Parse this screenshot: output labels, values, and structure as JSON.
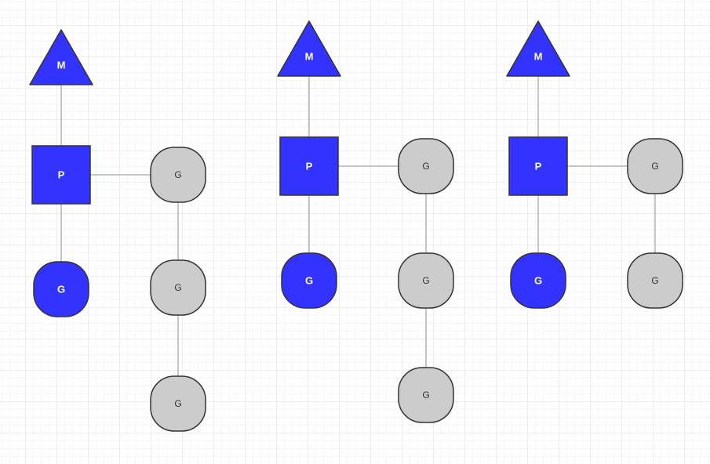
{
  "colors": {
    "blue_fill": "#3333ff",
    "gray_fill": "#cccccc",
    "stroke": "#333333",
    "edge": "#a8a8a8"
  },
  "groups": [
    {
      "m": {
        "label": "M"
      },
      "p": {
        "label": "P"
      },
      "running_g": {
        "label": "G"
      },
      "queue": [
        {
          "label": "G"
        },
        {
          "label": "G"
        },
        {
          "label": "G"
        }
      ]
    },
    {
      "m": {
        "label": "M"
      },
      "p": {
        "label": "P"
      },
      "running_g": {
        "label": "G"
      },
      "queue": [
        {
          "label": "G"
        },
        {
          "label": "G"
        },
        {
          "label": "G"
        }
      ]
    },
    {
      "m": {
        "label": "M"
      },
      "p": {
        "label": "P"
      },
      "running_g": {
        "label": "G"
      },
      "queue": [
        {
          "label": "G"
        },
        {
          "label": "G"
        }
      ]
    }
  ]
}
